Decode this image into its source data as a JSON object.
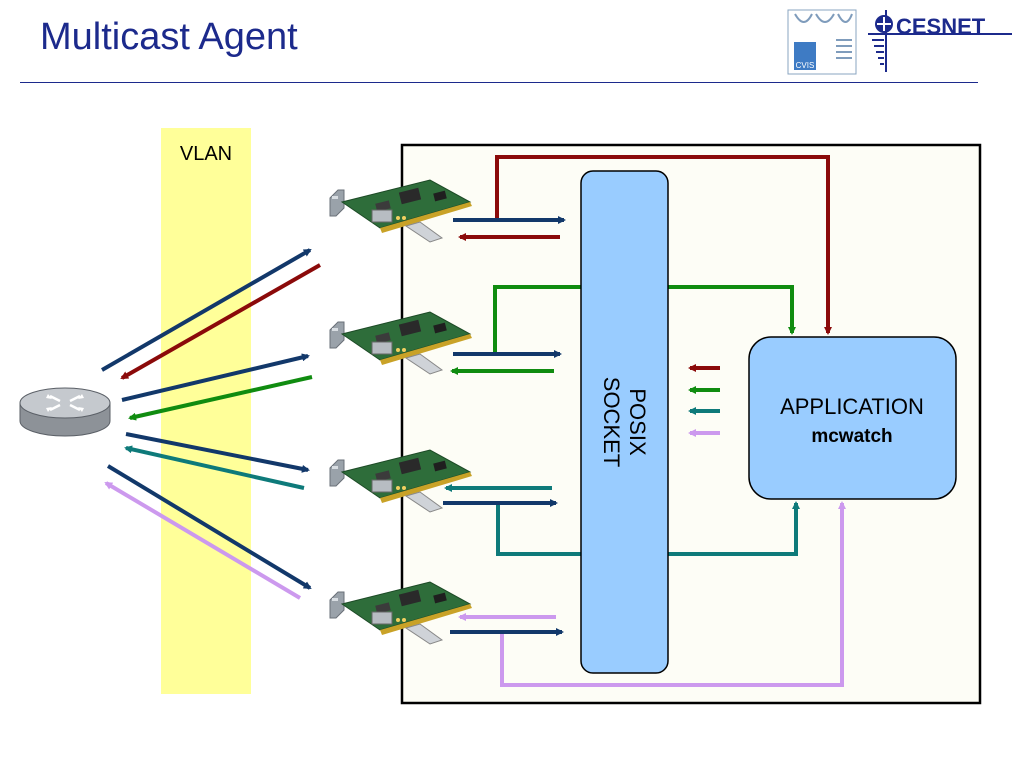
{
  "title": "Multicast Agent",
  "logos": {
    "cvis_text": "CVIS",
    "cesnet_text": "CESNET"
  },
  "diagram": {
    "vlan_label": "VLAN",
    "socket_label_line1": "POSIX",
    "socket_label_line2": "SOCKET",
    "app_label_line1": "APPLICATION",
    "app_label_line2": "mcwatch"
  },
  "colors": {
    "title": "#1c2a8c",
    "vlan_band": "#ffff99",
    "host_box": "#fdfdf6",
    "socket_fill": "#99ccff",
    "app_fill": "#99ccff",
    "stream_navy": "#12386a",
    "stream_red": "#8b0a0a",
    "stream_green": "#108c10",
    "stream_teal": "#0e7a7a",
    "stream_lilac": "#cc99ee"
  },
  "icons": [
    "router-icon",
    "network-card-icon",
    "cvis-logo",
    "cesnet-logo"
  ]
}
